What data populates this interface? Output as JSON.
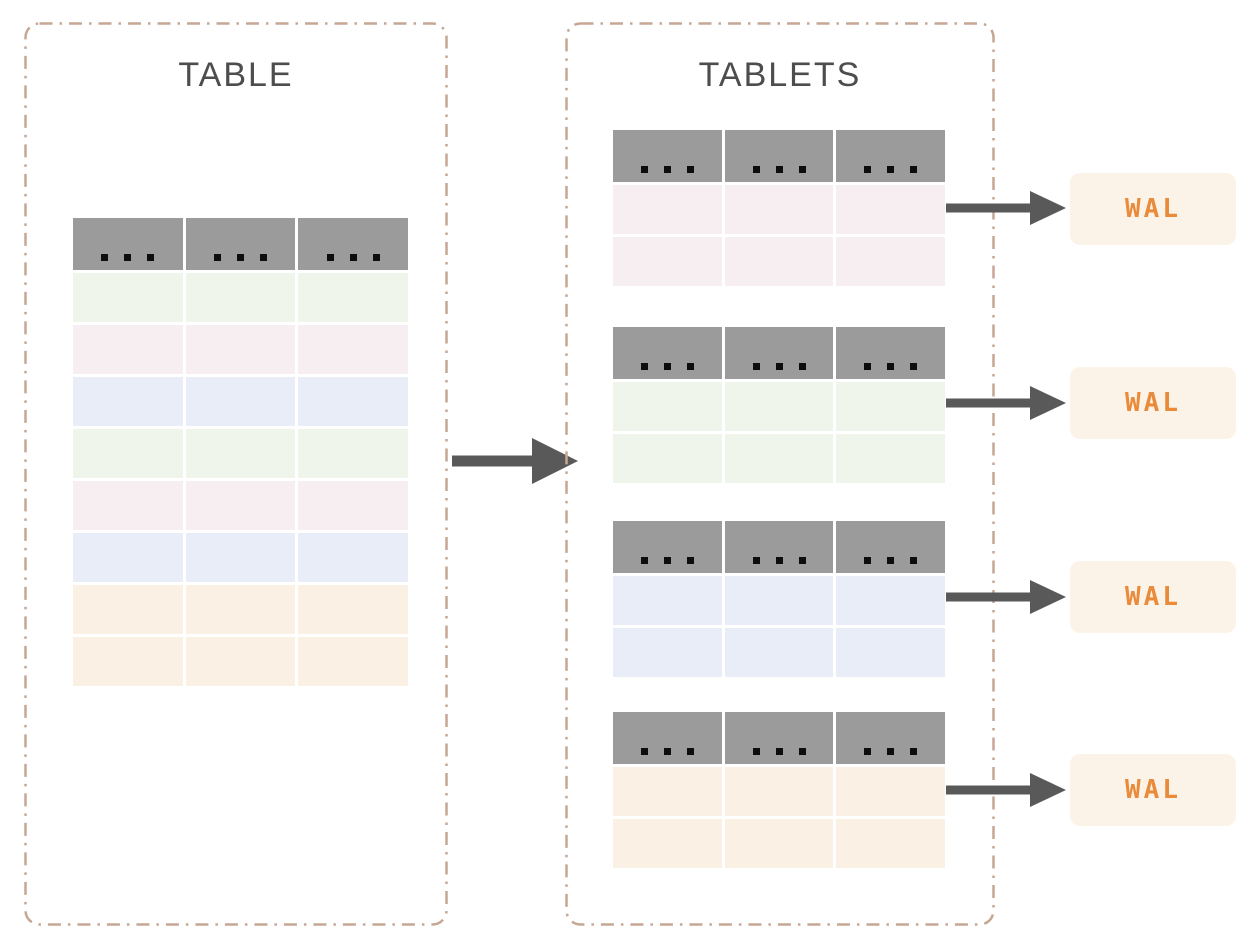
{
  "left_panel": {
    "title": "TABLE"
  },
  "right_panel": {
    "title": "TABLETS"
  },
  "source_table": {
    "header": {
      "cells": [
        "...",
        "...",
        "..."
      ]
    },
    "rows": [
      "green",
      "pink",
      "blue",
      "green",
      "pink",
      "blue",
      "orange",
      "orange"
    ]
  },
  "tablets": [
    {
      "header": {
        "cells": [
          "...",
          "...",
          "..."
        ]
      },
      "rows": [
        "pink",
        "pink"
      ],
      "wal": {
        "label": "WAL"
      }
    },
    {
      "header": {
        "cells": [
          "...",
          "...",
          "..."
        ]
      },
      "rows": [
        "green",
        "green"
      ],
      "wal": {
        "label": "WAL"
      }
    },
    {
      "header": {
        "cells": [
          "...",
          "...",
          "..."
        ]
      },
      "rows": [
        "blue",
        "blue"
      ],
      "wal": {
        "label": "WAL"
      }
    },
    {
      "header": {
        "cells": [
          "...",
          "...",
          "..."
        ]
      },
      "rows": [
        "orange",
        "orange"
      ],
      "wal": {
        "label": "WAL"
      }
    }
  ],
  "colors": {
    "header_gray": "#9b9b9b",
    "green": "#f0f5ec",
    "pink": "#f6eef1",
    "blue": "#e8edf8",
    "orange": "#faf1e4",
    "wal_bg": "#fbf3e8",
    "wal_text": "#e98b3a",
    "arrow_gray": "#595959",
    "panel_border": "#c5a794",
    "title_text": "#4d4d4d",
    "dot_black": "#0d0d0d"
  }
}
